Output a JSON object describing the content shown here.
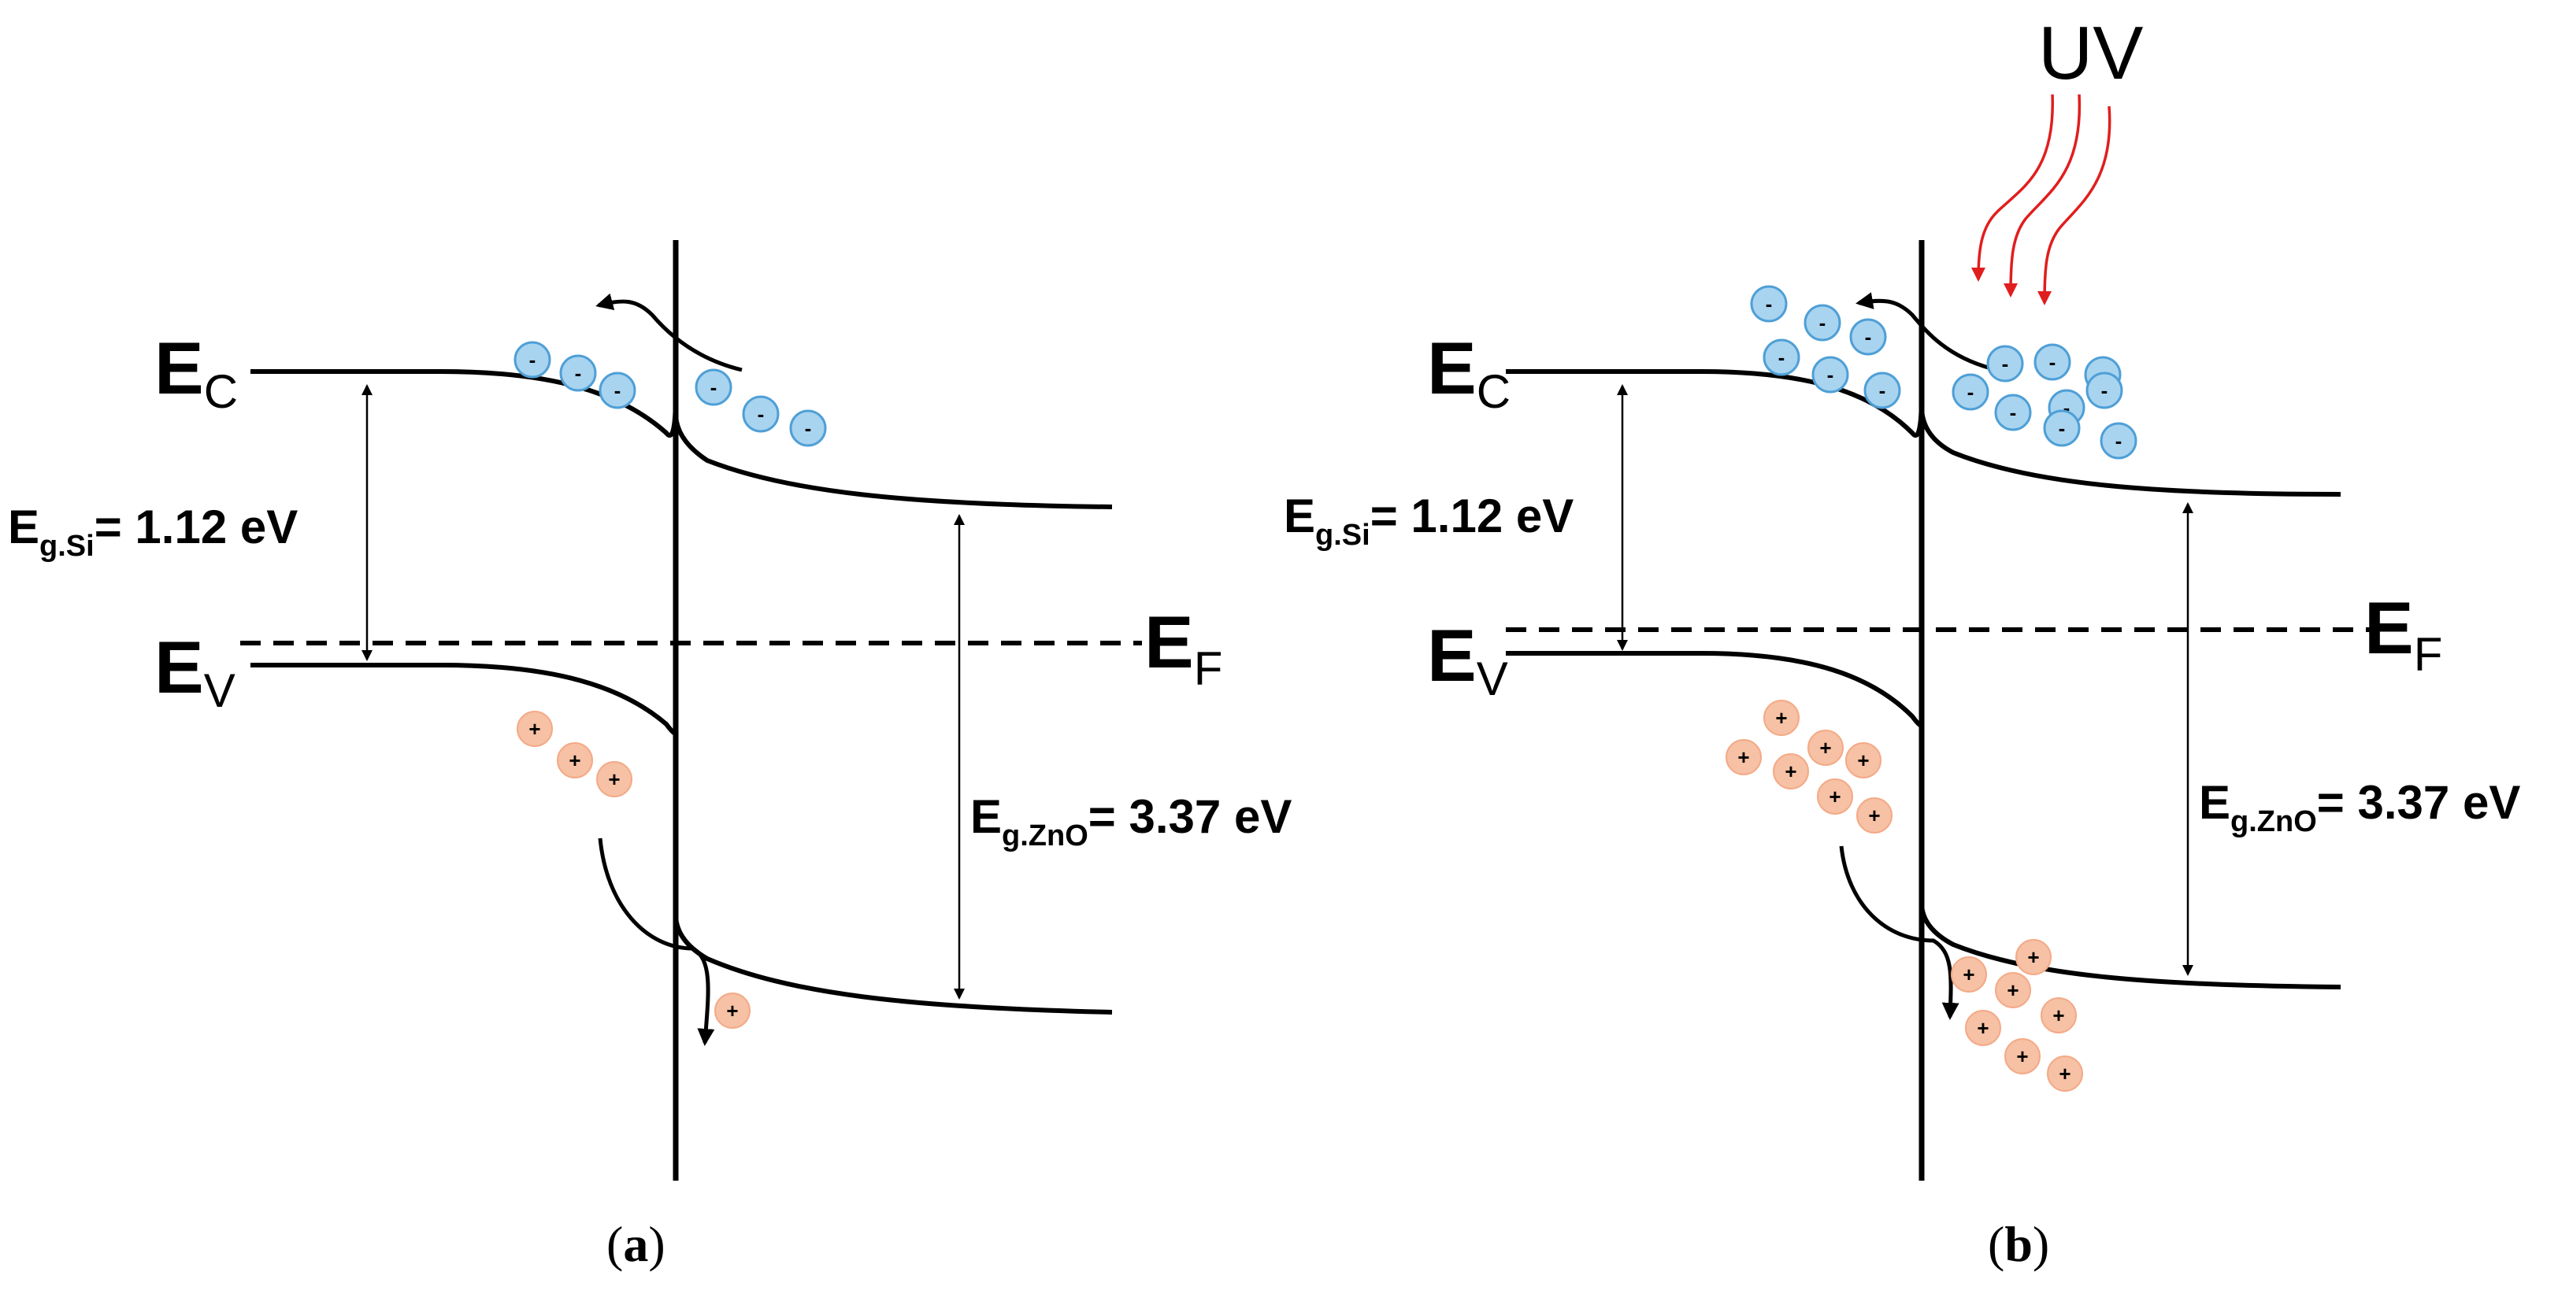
{
  "panels": [
    {
      "id": "a",
      "caption_open": "(",
      "caption_letter": "a",
      "caption_close": ")",
      "ec_main": "E",
      "ec_sub": "C",
      "ev_main": "E",
      "ev_sub": "V",
      "ef_main": "E",
      "ef_sub": "F",
      "eg_si_main": "E",
      "eg_si_sub": "g.Si",
      "eg_si_value": "= 1.12 eV",
      "eg_zno_main": "E",
      "eg_zno_sub": "g.ZnO",
      "eg_zno_value": "= 3.37 eV",
      "electron_sign": "-",
      "hole_sign": "+",
      "electron_count": 6,
      "hole_count": 4
    },
    {
      "id": "b",
      "caption_open": "(",
      "caption_letter": "b",
      "caption_close": ")",
      "ec_main": "E",
      "ec_sub": "C",
      "ev_main": "E",
      "ev_sub": "V",
      "ef_main": "E",
      "ef_sub": "F",
      "eg_si_main": "E",
      "eg_si_sub": "g.Si",
      "eg_si_value": "= 1.12 eV",
      "eg_zno_main": "E",
      "eg_zno_sub": "g.ZnO",
      "eg_zno_value": "= 3.37 eV",
      "uv_label": "UV",
      "electron_sign": "-",
      "hole_sign": "+",
      "electron_count": 15,
      "hole_count": 16
    }
  ],
  "colors": {
    "electron_fill": "#a8d4f0",
    "electron_stroke": "#4f9fd6",
    "hole_fill": "#f6c1a4",
    "uv_arrow": "#e01e1e"
  }
}
